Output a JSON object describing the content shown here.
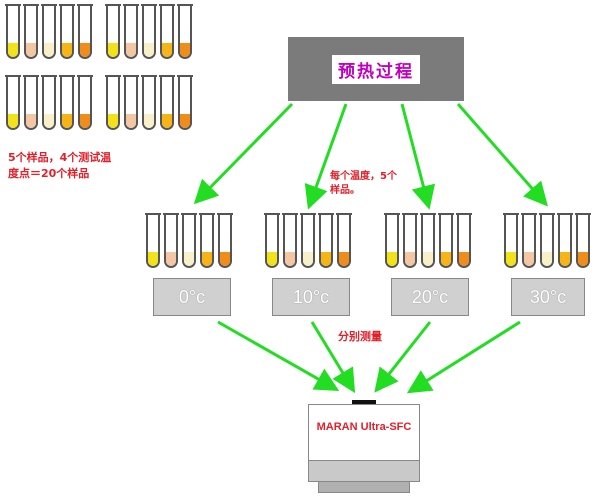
{
  "preheat_label": "预热过程",
  "note_samples": "5个样品，4个测试温度点＝20个样品",
  "note_per_temp": "每个温度，5个样品。",
  "measure_label": "分别测量",
  "temperatures": [
    "0°c",
    "10°c",
    "20°c",
    "30°c"
  ],
  "instrument_label": "MARAN Ultra-SFC",
  "colors": {
    "arrow": "#22dd22",
    "note": "#e0202a",
    "preheat_bg": "#7b7b7b",
    "preheat_text": "#c000c0",
    "sample_1": "#f2e21a",
    "sample_2": "#f3c7a3",
    "sample_3": "#f7f0c8",
    "sample_4": "#f6b417",
    "sample_5": "#f08c1a"
  }
}
